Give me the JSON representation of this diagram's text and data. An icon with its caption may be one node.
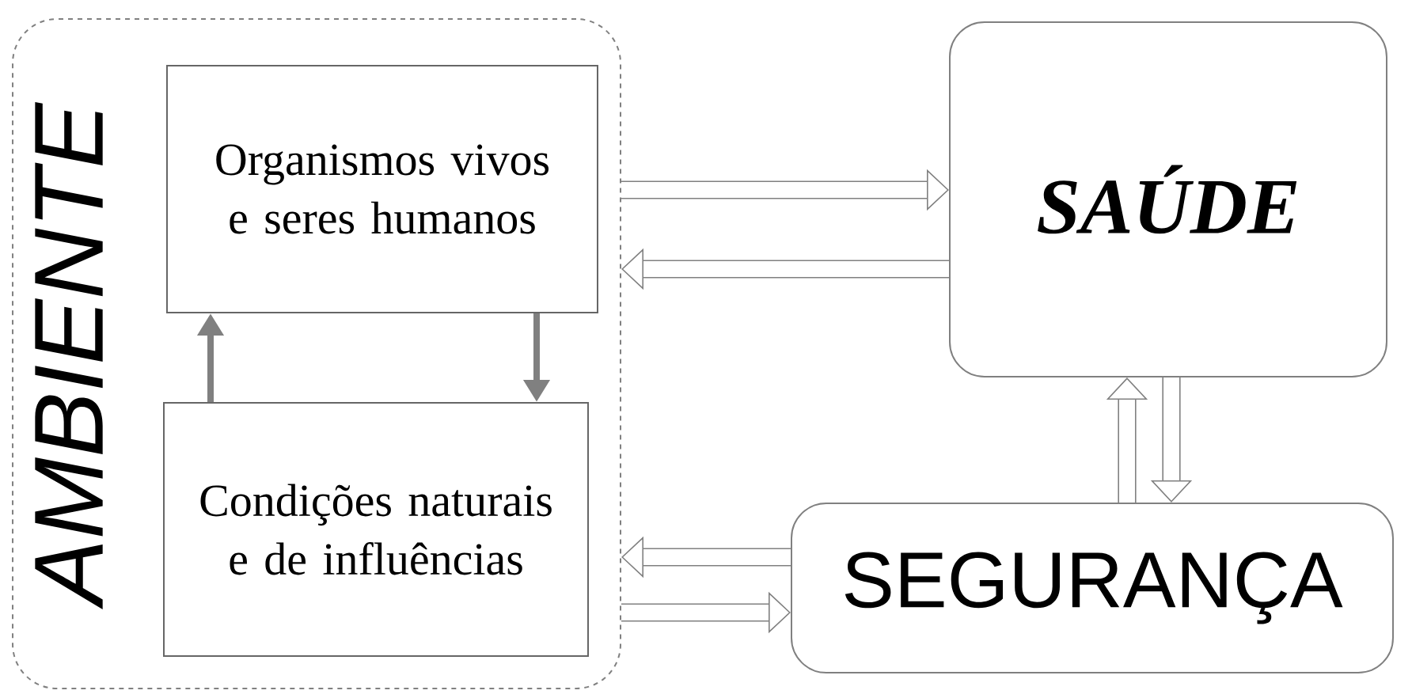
{
  "diagram": {
    "nodes": [
      {
        "text": [
          "AMBIENTE"
        ]
      },
      {
        "text": [
          "Organismos vivos e seres humanos"
        ],
        "in": 0
      },
      {
        "text": [
          "Condições naturais e de influências"
        ],
        "in": 0
      },
      {
        "text": [
          "SAÚDE"
        ]
      },
      {
        "text": [
          "SEGURANÇA"
        ]
      }
    ],
    "edges": [
      {
        "from": 2,
        "to": 1,
        "arrow": "to",
        "color": "#808080"
      },
      {
        "from": 1,
        "to": 2,
        "arrow": "to",
        "color": "#808080"
      },
      {
        "from": 0,
        "to": 3,
        "arrow": "to"
      },
      {
        "from": 3,
        "to": 0,
        "arrow": "to"
      },
      {
        "from": 4,
        "to": 3,
        "arrow": "to"
      },
      {
        "from": 3,
        "to": 4,
        "arrow": "to"
      },
      {
        "from": 4,
        "to": 0,
        "arrow": "to"
      },
      {
        "from": 0,
        "to": 4,
        "arrow": "to"
      }
    ]
  }
}
